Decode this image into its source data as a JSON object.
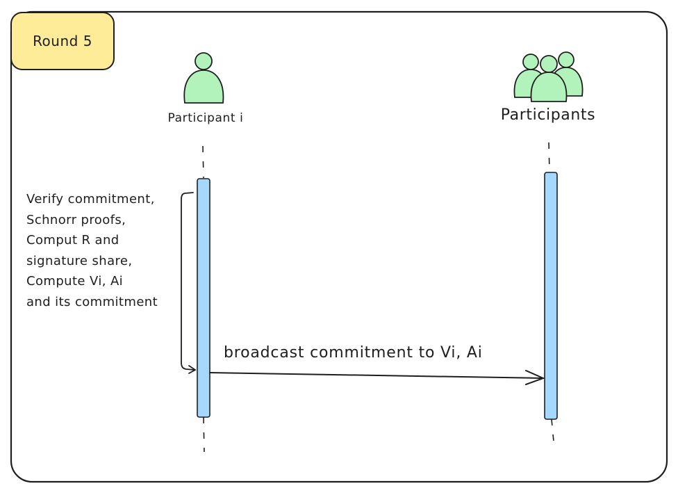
{
  "round": {
    "label": "Round 5"
  },
  "actors": {
    "left": {
      "label": "Participant i",
      "icon": "single-person-icon"
    },
    "right": {
      "label": "Participants",
      "icon": "group-of-people-icon"
    }
  },
  "note": {
    "lines": [
      "Verify commitment,",
      "Schnorr proofs,",
      "Comput R and",
      "signature share,",
      "Compute Vi, Ai",
      "and its commitment"
    ]
  },
  "message": {
    "label": "broadcast commitment to Vi, Ai"
  },
  "colors": {
    "round_badge_fill": "#ffec99",
    "actor_fill": "#b2f2bb",
    "activation_bar_fill": "#a5d8ff",
    "stroke": "#1e1e1e"
  }
}
